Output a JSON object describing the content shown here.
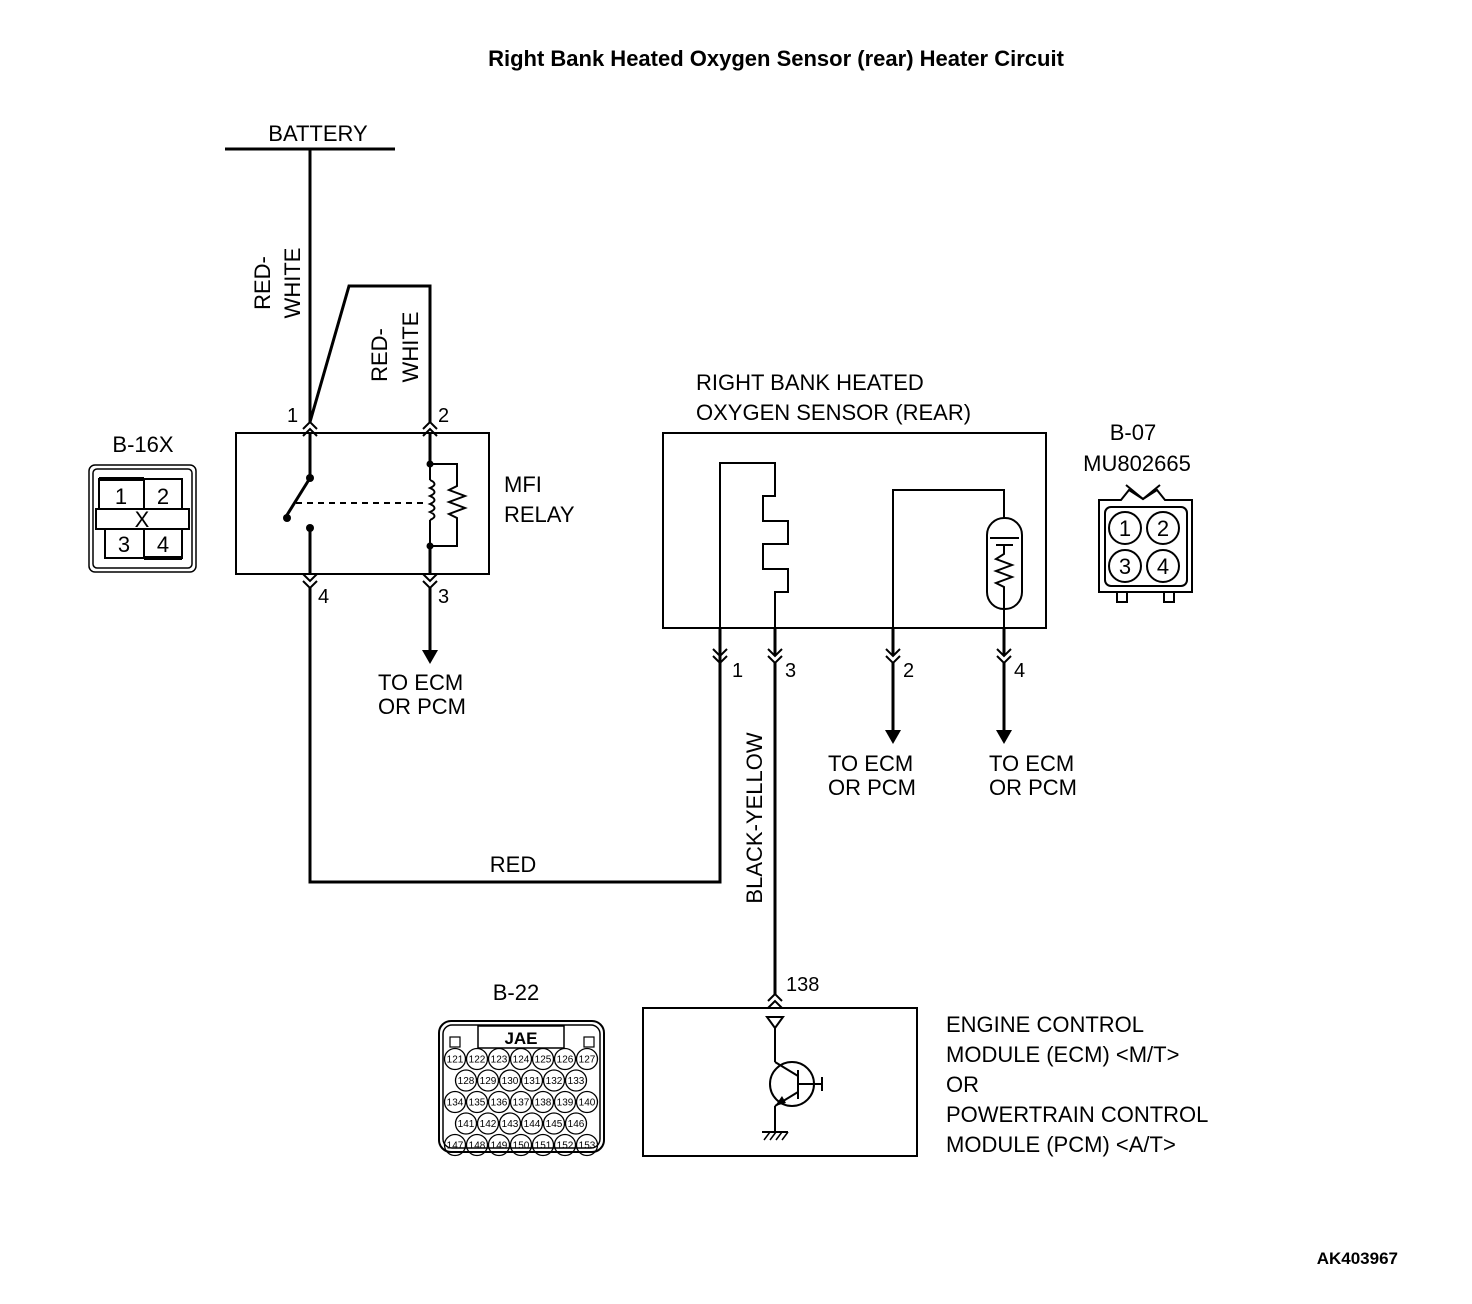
{
  "title": "Right Bank Heated Oxygen Sensor (rear) Heater Circuit",
  "battery": {
    "label": "BATTERY"
  },
  "wires": {
    "red_white_1": [
      "RED-",
      "WHITE"
    ],
    "red_white_2": [
      "RED-",
      "WHITE"
    ],
    "red": "RED",
    "black_yellow": "BLACK-YELLOW"
  },
  "relay": {
    "name": [
      "MFI",
      "RELAY"
    ],
    "connector": "B-16X",
    "connector_pins": [
      "1",
      "2",
      "3",
      "4"
    ],
    "connector_mark": "X",
    "pins": {
      "p1": "1",
      "p2": "2",
      "p3": "3",
      "p4": "4"
    },
    "dest": [
      "TO ECM",
      "OR PCM"
    ]
  },
  "sensor": {
    "name": [
      "RIGHT BANK HEATED",
      "OXYGEN SENSOR (REAR)"
    ],
    "connector": [
      "B-07",
      "MU802665"
    ],
    "connector_pins": [
      "1",
      "2",
      "3",
      "4"
    ],
    "pins": {
      "p1": "1",
      "p3": "3",
      "p2": "2",
      "p4": "4"
    },
    "dest_2": [
      "TO ECM",
      "OR PCM"
    ],
    "dest_4": [
      "TO ECM",
      "OR PCM"
    ]
  },
  "ecm": {
    "pin": "138",
    "name": [
      "ENGINE CONTROL",
      "MODULE (ECM) <M/T>",
      "OR",
      "POWERTRAIN CONTROL",
      "MODULE (PCM) <A/T>"
    ],
    "connector": "B-22",
    "connector_tag": "JAE",
    "connector_rows": [
      [
        "121",
        "122",
        "123",
        "124",
        "125",
        "126",
        "127"
      ],
      [
        "128",
        "129",
        "130",
        "131",
        "132",
        "133"
      ],
      [
        "134",
        "135",
        "136",
        "137",
        "138",
        "139",
        "140"
      ],
      [
        "141",
        "142",
        "143",
        "144",
        "145",
        "146"
      ],
      [
        "147",
        "148",
        "149",
        "150",
        "151",
        "152",
        "153"
      ]
    ]
  },
  "figure_code": "AK403967"
}
